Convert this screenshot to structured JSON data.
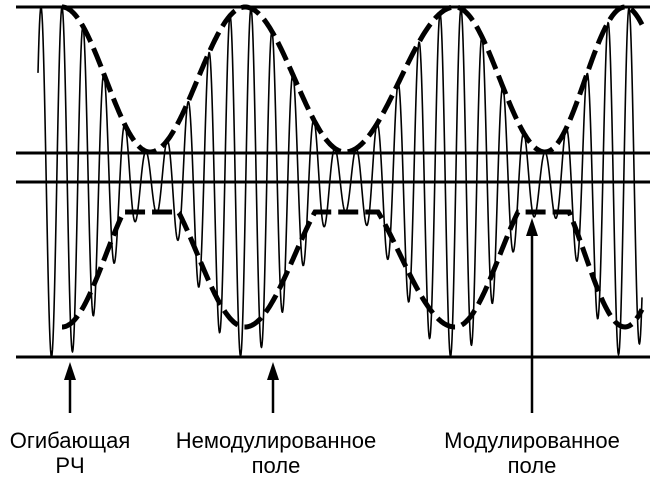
{
  "labels": {
    "envelope": {
      "line1": "Огибающая",
      "line2": "РЧ"
    },
    "unmodulated": {
      "line1": "Немодулированное",
      "line2": "поле"
    },
    "modulated": {
      "line1": "Модулированное",
      "line2": "поле"
    }
  },
  "colors": {
    "ink": "#000000",
    "background": "#ffffff"
  }
}
